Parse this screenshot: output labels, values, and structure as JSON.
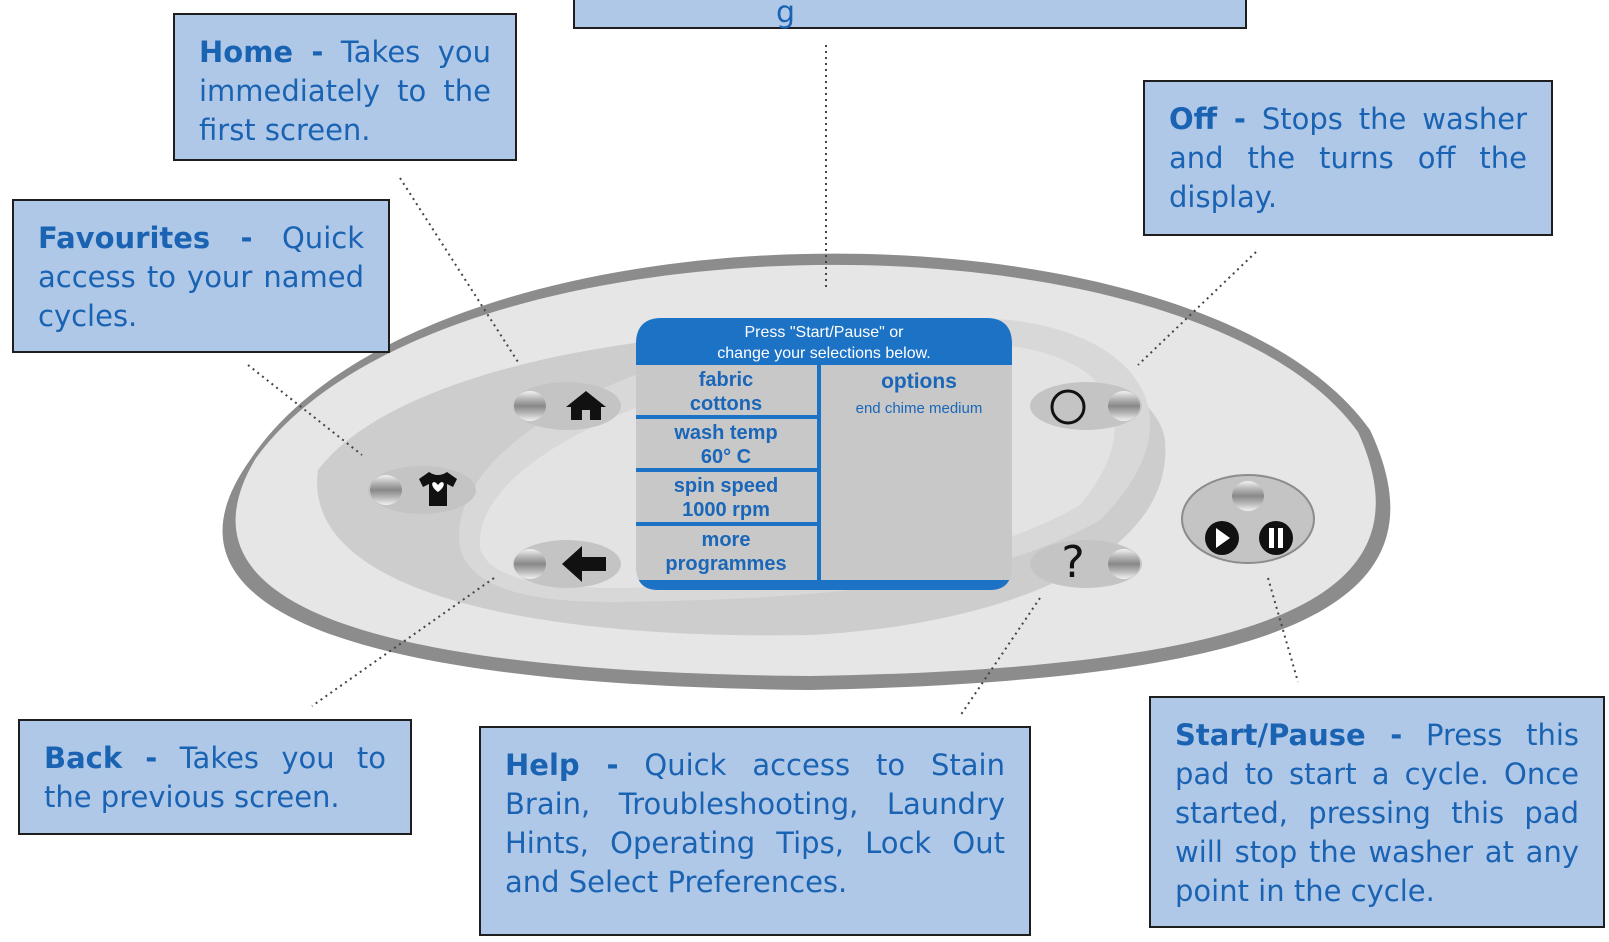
{
  "screen": {
    "prompt_line1": "Press \"Start/Pause\" or",
    "prompt_line2": "change your selections below.",
    "menu": [
      {
        "line1": "fabric",
        "line2": "cottons"
      },
      {
        "line1": "wash temp",
        "line2": "60° C"
      },
      {
        "line1": "spin speed",
        "line2": "1000 rpm"
      },
      {
        "line1": "more",
        "line2": "programmes"
      }
    ],
    "options_label": "options",
    "options_value": "end chime medium"
  },
  "callouts": {
    "home": {
      "title": "Home -",
      "text": " Takes you immediately to the first screen."
    },
    "favourites": {
      "title": "Favourites -",
      "text": " Quick access to your named cycles."
    },
    "off": {
      "title": "Off -",
      "text": " Stops the washer and the turns off the display."
    },
    "back": {
      "title": "Back -",
      "text": " Takes you to the previous screen."
    },
    "help": {
      "title": "Help -",
      "text": " Quick access to Stain Brain, Troubleshooting, Laundry Hints, Operating Tips, Lock Out and Select Preferences."
    },
    "start_pause": {
      "title": "Start/Pause -",
      "text": " Press this pad to start a cycle. Once started, pressing this pad will stop the washer at any point in the cycle."
    }
  },
  "buttons": {
    "help_glyph": "?"
  },
  "colors": {
    "callout_bg": "#b0c8e8",
    "callout_text": "#1a63b3",
    "screen_header": "#1c72c4",
    "screen_body": "#c8c8c8"
  },
  "icons": [
    "home-icon",
    "shirt-heart-icon",
    "back-arrow-icon",
    "power-off-icon",
    "help-question-icon",
    "play-icon",
    "pause-icon",
    "indicator-light-icon"
  ]
}
